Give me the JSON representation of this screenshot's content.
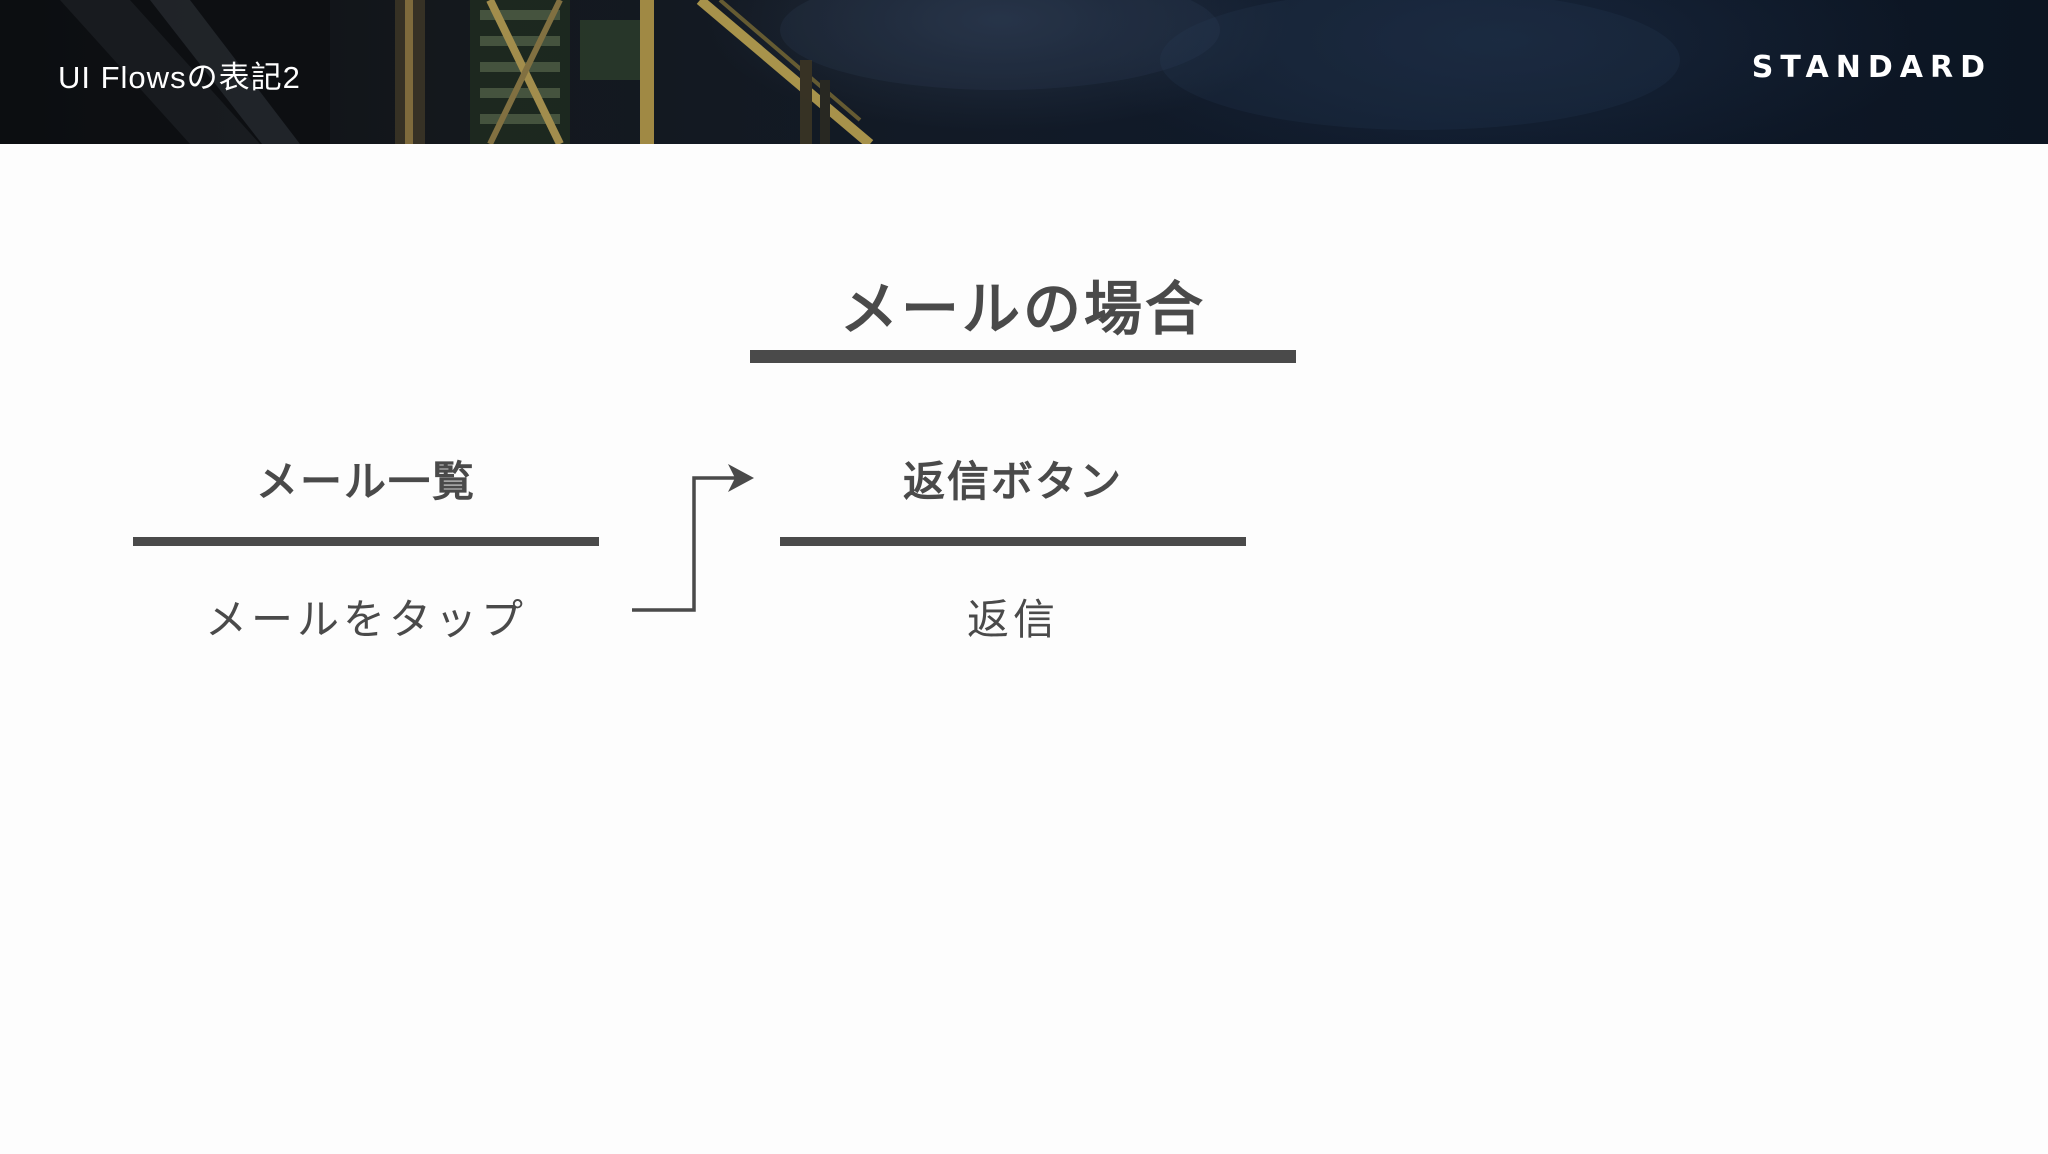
{
  "header": {
    "title": "UI Flowsの表記2",
    "brand": "STANDARD"
  },
  "slide": {
    "case_title": "メールの場合",
    "flow": [
      {
        "screen": "メール一覧",
        "action": "メールをタップ"
      },
      {
        "screen": "返信ボタン",
        "action": "返信"
      }
    ]
  },
  "colors": {
    "text": "#4a4a4a",
    "background": "#fdfdfd",
    "header_text": "#ffffff"
  }
}
